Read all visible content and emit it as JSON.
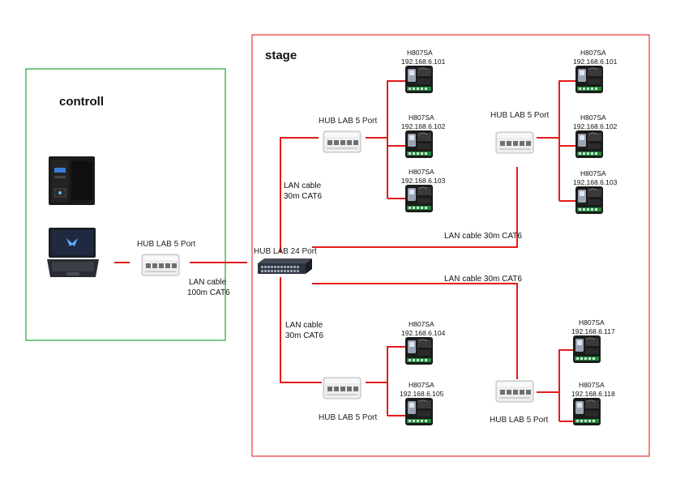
{
  "zones": {
    "control": {
      "title": "controll",
      "border_color": "#1fa33a"
    },
    "stage": {
      "title": "stage",
      "border_color": "#e53935"
    }
  },
  "colors": {
    "cable": "#e31b1b",
    "hub_body": "#e9e9e9",
    "switch_body": "#2e3340",
    "controller_body": "#1b1b1b",
    "controller_board": "#1f8a3b"
  },
  "devices": {
    "pc_tower": {
      "icon": "pc-tower-icon"
    },
    "laptop": {
      "icon": "laptop-icon"
    },
    "control_hub": {
      "label": "HUB LAB 5 Port",
      "icon": "network-hub-icon"
    },
    "main_switch": {
      "label": "HUB LAB 24 Port",
      "icon": "network-switch-icon"
    },
    "hubs": [
      {
        "label": "HUB LAB 5 Port",
        "icon": "network-hub-icon"
      },
      {
        "label": "HUB LAB 5 Port",
        "icon": "network-hub-icon"
      },
      {
        "label": "HUB LAB 5 Port",
        "icon": "network-hub-icon"
      },
      {
        "label": "HUB LAB 5 Port",
        "icon": "network-hub-icon"
      }
    ],
    "controllers": [
      {
        "model": "H807SA",
        "ip": "192.168.6.101"
      },
      {
        "model": "H807SA",
        "ip": "192.168.6.102"
      },
      {
        "model": "H807SA",
        "ip": "192.168.6.103"
      },
      {
        "model": "H807SA",
        "ip": "192.168.6.101"
      },
      {
        "model": "H807SA",
        "ip": "192.168.6.102"
      },
      {
        "model": "H807SA",
        "ip": "192.168.6.103"
      },
      {
        "model": "H807SA",
        "ip": "192.168.6.104"
      },
      {
        "model": "H807SA",
        "ip": "192.168.6.105"
      },
      {
        "model": "H807SA",
        "ip": "192.168.6.117"
      },
      {
        "model": "H807SA",
        "ip": "192.168.6.118"
      }
    ]
  },
  "cables": {
    "control_link": {
      "line1": "LAN cable",
      "line2": "100m CAT6"
    },
    "to_hub_top_left": {
      "line1": "LAN cable",
      "line2": "30m CAT6"
    },
    "to_hub_top_right": {
      "label": "LAN cable 30m CAT6"
    },
    "to_hub_bottom_right": {
      "label": "LAN cable 30m CAT6"
    },
    "to_hub_bottom_left": {
      "line1": "LAN cable",
      "line2": "30m CAT6"
    }
  }
}
